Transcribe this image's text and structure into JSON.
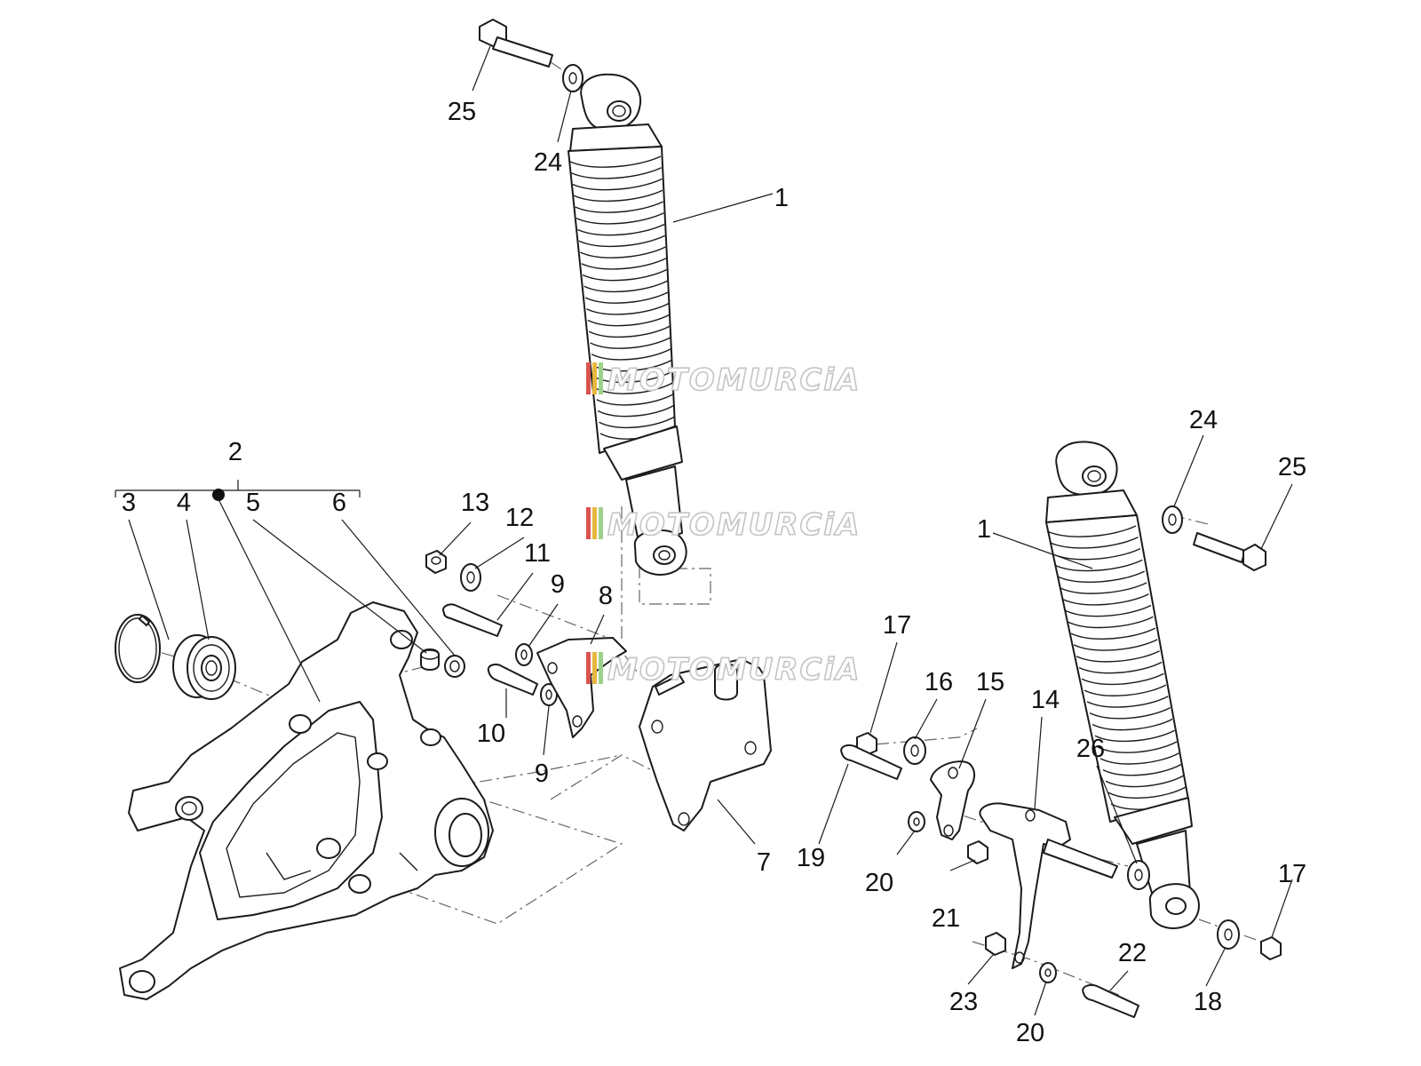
{
  "watermark": {
    "text": "MOTOMURCiA",
    "stripe_colors": [
      "#d9534f",
      "#e8b63c",
      "#efe27a",
      "#9fd08a",
      "#bdbdbd"
    ]
  },
  "callouts": {
    "c1a": "1",
    "c1b": "1",
    "c2": "2",
    "c3": "3",
    "c4": "4",
    "c5": "5",
    "c6": "6",
    "c7": "7",
    "c8": "8",
    "c9a": "9",
    "c9b": "9",
    "c10": "10",
    "c11": "11",
    "c12": "12",
    "c13": "13",
    "c14": "14",
    "c15": "15",
    "c16": "16",
    "c17a": "17",
    "c17b": "17",
    "c18": "18",
    "c19": "19",
    "c20a": "20",
    "c20b": "20",
    "c21": "21",
    "c22": "22",
    "c23": "23",
    "c24a": "24",
    "c24b": "24",
    "c25a": "25",
    "c25b": "25",
    "c26": "26"
  }
}
